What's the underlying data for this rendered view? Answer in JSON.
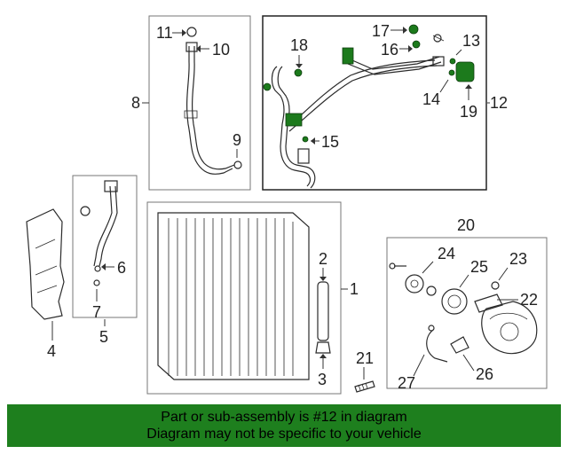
{
  "callouts": {
    "n1": "1",
    "n2": "2",
    "n3": "3",
    "n4": "4",
    "n5": "5",
    "n6": "6",
    "n7": "7",
    "n8": "8",
    "n9": "9",
    "n10": "10",
    "n11": "11",
    "n12": "12",
    "n13": "13",
    "n14": "14",
    "n15": "15",
    "n16": "16",
    "n17": "17",
    "n18": "18",
    "n19": "19",
    "n20": "20",
    "n21": "21",
    "n22": "22",
    "n23": "23",
    "n24": "24",
    "n25": "25",
    "n26": "26",
    "n27": "27"
  },
  "banner": {
    "line1": "Part or sub-assembly is #12 in diagram",
    "line2": "Diagram may not be specific to your vehicle"
  },
  "colors": {
    "highlight": "#1c7a1c",
    "banner": "#1e7f1e"
  }
}
